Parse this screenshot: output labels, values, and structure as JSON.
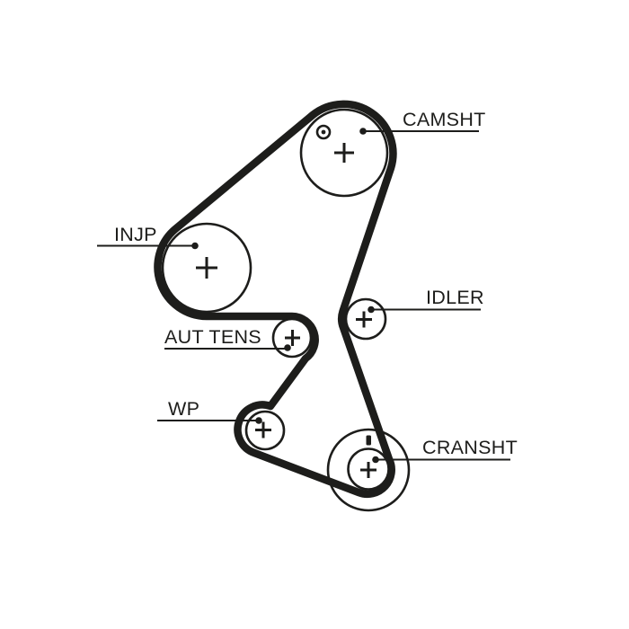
{
  "diagram": {
    "kind": "timing-belt-routing-diagram",
    "labels": {
      "camshaft": "CAMSHT",
      "injection_pump": "INJP",
      "auto_tensioner": "AUT TENS",
      "idler": "IDLER",
      "water_pump": "WP",
      "crankshaft": "CRANSHT"
    },
    "colors": {
      "background": "#ffffff",
      "line": "#1d1d1b"
    }
  }
}
